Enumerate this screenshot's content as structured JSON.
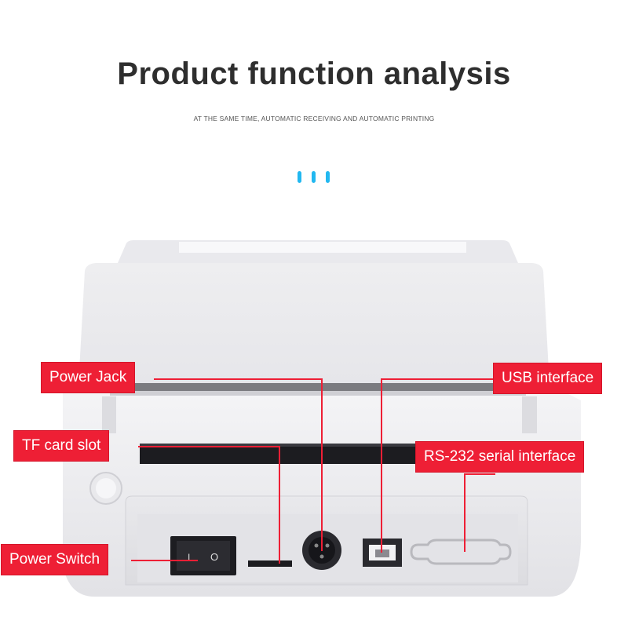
{
  "header": {
    "title": "Product function analysis",
    "subtitle": "AT THE SAME TIME, AUTOMATIC RECEIVING AND AUTOMATIC PRINTING",
    "accent_color": "#22b8f0"
  },
  "callouts": {
    "power_jack": "Power Jack",
    "usb_interface": "USB interface",
    "tf_card_slot": "TF card slot",
    "rs232": "RS-232 serial interface",
    "power_switch": "Power Switch",
    "label_color": "#ee1f35"
  },
  "switch": {
    "off_mark": "O",
    "on_mark": "I"
  }
}
